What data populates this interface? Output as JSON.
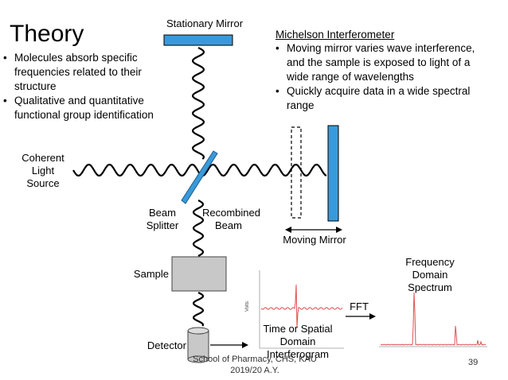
{
  "title": "Theory",
  "theory_bullets": [
    "Molecules absorb specific frequencies related to their structure",
    "Qualitative and quantitative functional group identification"
  ],
  "michelson": {
    "heading": "Michelson Interferometer",
    "bullets": [
      "Moving mirror varies wave interference, and the sample is exposed to light of a wide range of wavelengths",
      "Quickly acquire data in a wide spectral range"
    ]
  },
  "labels": {
    "stationary_mirror": "Stationary Mirror",
    "light_source": "Coherent Light Source",
    "beam_splitter": "Beam Splitter",
    "recombined_beam": "Recombined Beam",
    "moving_mirror": "Moving Mirror",
    "sample": "Sample",
    "detector": "Detector",
    "interferogram": "Time or Spatial Domain Interferogram",
    "fft": "FFT",
    "spectrum": "Frequency Domain Spectrum",
    "volts": "Volts"
  },
  "footer": {
    "text": "School of Pharmacy, CHS, KAU 2019/20 A.Y.",
    "page_number": "39"
  },
  "colors": {
    "mirror_blue": "#3a9ad9",
    "sample_gray": "#c8c8c8",
    "signal_red": "#e05050"
  }
}
